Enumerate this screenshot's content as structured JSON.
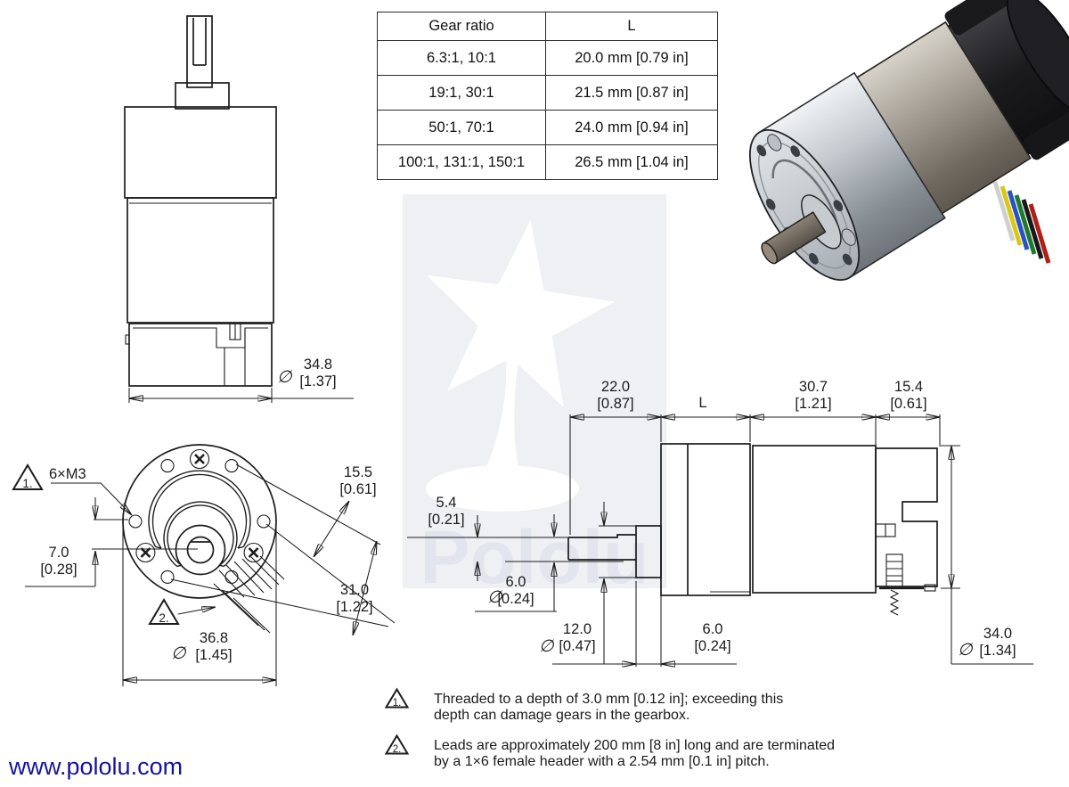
{
  "symbols": {
    "diameter": "∅"
  },
  "footer": {
    "url": "www.pololu.com"
  },
  "watermark": {
    "brand": "Pololu"
  },
  "table": {
    "headers": [
      "Gear ratio",
      "L"
    ],
    "rows": [
      [
        "6.3:1, 10:1",
        "20.0 mm [0.79 in]"
      ],
      [
        "19:1, 30:1",
        "21.5 mm [0.87 in]"
      ],
      [
        "50:1, 70:1",
        "24.0 mm [0.94 in]"
      ],
      [
        "100:1, 131:1, 150:1",
        "26.5 mm [1.04 in]"
      ]
    ]
  },
  "top_view": {
    "body_dia": {
      "mm": "34.8",
      "in": "[1.37]"
    }
  },
  "front_view": {
    "callout_1": "1.",
    "callout_2": "2.",
    "thread_label": "6×M3",
    "shaft_offset": {
      "mm": "7.0",
      "in": "[0.28]"
    },
    "hole_spacing": {
      "mm": "15.5",
      "in": "[0.61]"
    },
    "bolt_circle_dia": {
      "mm": "31.0",
      "in": "[1.22]"
    },
    "gearbox_dia": {
      "mm": "36.8",
      "in": "[1.45]"
    }
  },
  "side_view": {
    "shaft_length": {
      "mm": "22.0",
      "in": "[0.87]"
    },
    "gearbox_length_label": "L",
    "motor_length": {
      "mm": "30.7",
      "in": "[1.21]"
    },
    "encoder_length": {
      "mm": "15.4",
      "in": "[0.61]"
    },
    "shaft_flat": {
      "mm": "5.4",
      "in": "[0.21]"
    },
    "shaft_dia": {
      "mm": "6.0",
      "in": "[0.24]"
    },
    "boss_dia": {
      "mm": "12.0",
      "in": "[0.47]"
    },
    "boss_length": {
      "mm": "6.0",
      "in": "[0.24]"
    },
    "body_dia": {
      "mm": "34.0",
      "in": "[1.34]"
    }
  },
  "notes": [
    {
      "marker": "1.",
      "line1": "Threaded to a depth of 3.0 mm [0.12 in]; exceeding this",
      "line2": "depth can damage gears in the gearbox."
    },
    {
      "marker": "2.",
      "line1": "Leads are approximately 200 mm [8 in] long and are terminated",
      "line2": "by a 1×6 female header with a 2.54 mm [0.1 in] pitch."
    }
  ]
}
